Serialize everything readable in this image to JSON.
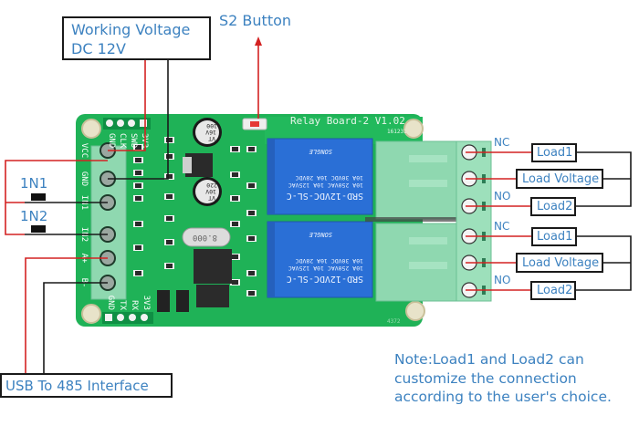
{
  "callouts": {
    "working_voltage": {
      "line1": "Working Voltage",
      "line2": "DC 12V"
    },
    "s2_button": "S2 Button",
    "in1": "1N1",
    "in2": "1N2",
    "usb_485": "USB To 485 Interface",
    "note": {
      "line1": "Note:Load1 and Load2 can",
      "line2": "customize the connection",
      "line3": "according to the user's choice."
    }
  },
  "relay_outputs": [
    {
      "relay": 1,
      "terminals": [
        {
          "contact": "NC",
          "load": "Load1"
        },
        {
          "contact": "",
          "load": "Load Voltage"
        },
        {
          "contact": "NO",
          "load": "Load2"
        }
      ]
    },
    {
      "relay": 2,
      "terminals": [
        {
          "contact": "NC",
          "load": "Load1"
        },
        {
          "contact": "",
          "load": "Load Voltage"
        },
        {
          "contact": "NO",
          "load": "Load2"
        }
      ]
    }
  ],
  "board": {
    "title": "Relay Board-2 V1.02",
    "code": "161231",
    "footer_code": "4372",
    "input_terminal_labels": [
      "VCC",
      "GND",
      "IN1",
      "IN2",
      "A+",
      "B-"
    ],
    "top_header_labels": [
      "GND",
      "CLK",
      "SWD",
      "3V3"
    ],
    "bottom_header_labels": [
      "GND",
      "TX",
      "RX",
      "3V3"
    ],
    "crystal": "8.000",
    "cap1": {
      "value": "100",
      "voltage": "16V",
      "series": "VT"
    },
    "cap2": {
      "value": "220",
      "voltage": "10V",
      "series": "VT"
    },
    "relay_model": "SRD-12VDC-SL-C",
    "relay_ratings": [
      "10A 250VAC  10A 125VAC",
      "10A 30VDC  10A 28VDC"
    ],
    "relay_brand": "SONGLE"
  },
  "colors": {
    "label_blue": "#3d82c0",
    "wire_red": "#d32222",
    "wire_black": "#1a1a1a",
    "pcb_green": "#1fb257",
    "terminal_green": "#8fd8b0",
    "relay_blue": "#2a6fd6"
  }
}
